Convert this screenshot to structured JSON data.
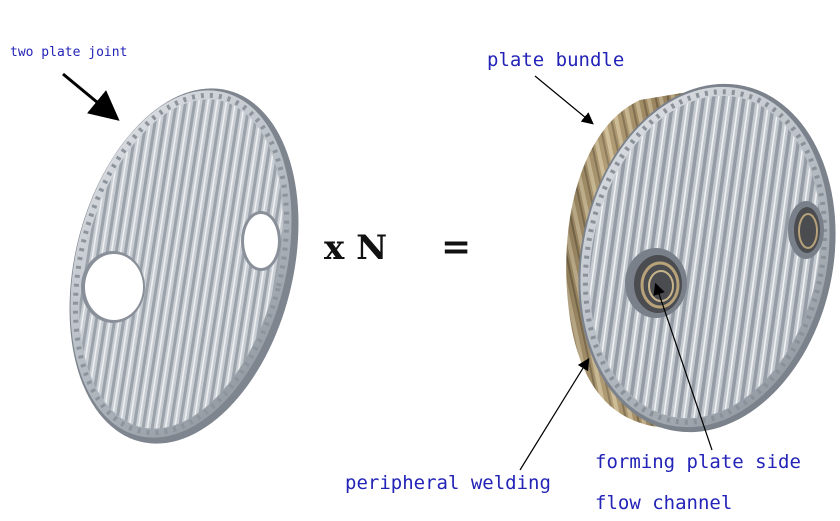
{
  "labels": {
    "two_plate_joint": "two plate joint",
    "plate_bundle": "plate bundle",
    "peripheral_welding": "peripheral welding",
    "forming_plate_side": "forming plate side",
    "flow_channel": "flow channel"
  },
  "equation": {
    "times": "x N",
    "equals": "="
  },
  "colors": {
    "label_text": "#2323b8",
    "plate_metal": "#b9bfc6",
    "bundle_bronze": "#a08a62",
    "arrow": "#000000"
  }
}
